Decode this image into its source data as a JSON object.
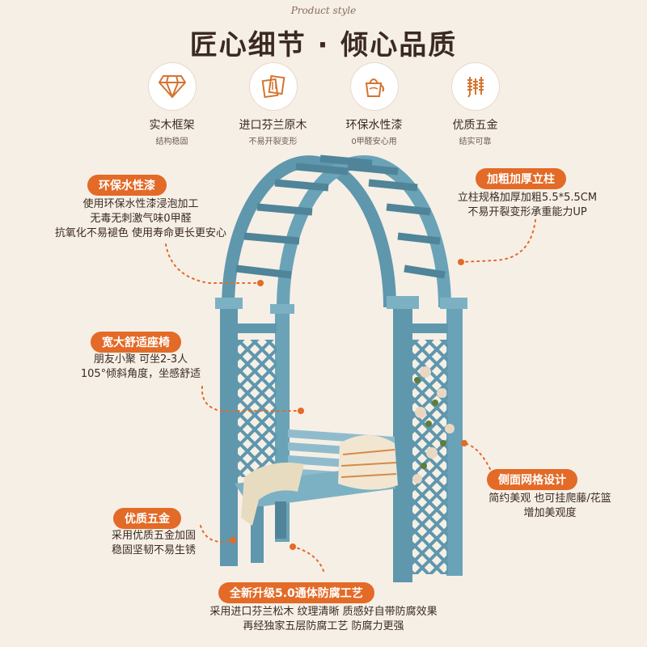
{
  "header": {
    "script_subtitle": "Product style",
    "title": "匠心细节 · 倾心品质"
  },
  "features": [
    {
      "icon": "diamond-icon",
      "title": "实木框架",
      "desc": "结构稳固"
    },
    {
      "icon": "wood-planks-icon",
      "title": "进口芬兰原木",
      "desc": "不易开裂变形"
    },
    {
      "icon": "paint-bucket-icon",
      "title": "环保水性漆",
      "desc": "0甲醛安心用"
    },
    {
      "icon": "hardware-screws-icon",
      "title": "优质五金",
      "desc": "结实可靠"
    }
  ],
  "callouts": {
    "paint": {
      "label": "环保水性漆",
      "lines": [
        "使用环保水性漆浸泡加工",
        "无毒无刺激气味0甲醛",
        "抗氧化不易褪色 使用寿命更长更安心"
      ]
    },
    "post": {
      "label": "加粗加厚立柱",
      "lines": [
        "立柱规格加厚加粗5.5*5.5CM",
        "不易开裂变形承重能力UP"
      ]
    },
    "seat": {
      "label": "宽大舒适座椅",
      "lines": [
        "朋友小聚 可坐2-3人",
        "105°倾斜角度，坐感舒适"
      ]
    },
    "lattice": {
      "label": "侧面网格设计",
      "lines": [
        "简约美观 也可挂爬藤/花篮",
        "增加美观度"
      ]
    },
    "hardware": {
      "label": "优质五金",
      "lines": [
        "采用优质五金加固",
        "稳固坚韧不易生锈"
      ]
    },
    "anticorrosion": {
      "label": "全新升级5.0通体防腐工艺",
      "lines": [
        "采用进口芬兰松木 纹理清晰 质感好自带防腐效果",
        "再经独家五层防腐工艺 防腐力更强"
      ]
    }
  },
  "colors": {
    "accent": "#e36a27",
    "wood_blue": "#5f97ad",
    "background": "#f6efe6"
  }
}
